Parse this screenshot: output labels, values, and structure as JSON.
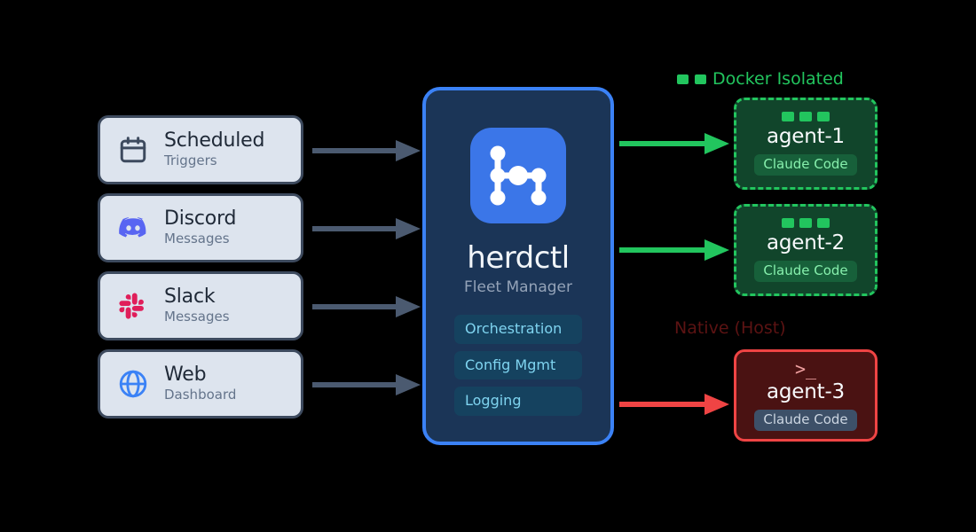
{
  "sources": {
    "items": [
      {
        "id": "scheduled",
        "icon": "calendar-icon",
        "title": "Scheduled",
        "subtitle": "Triggers"
      },
      {
        "id": "discord",
        "icon": "discord-icon",
        "title": "Discord",
        "subtitle": "Messages"
      },
      {
        "id": "slack",
        "icon": "slack-icon",
        "title": "Slack",
        "subtitle": "Messages"
      },
      {
        "id": "web",
        "icon": "globe-icon",
        "title": "Web",
        "subtitle": "Dashboard"
      }
    ]
  },
  "hub": {
    "logo_icon": "network-graph-icon",
    "name": "herdctl",
    "role": "Fleet Manager",
    "features": [
      "Orchestration",
      "Config Mgmt",
      "Logging"
    ]
  },
  "groups": {
    "docker": {
      "label": "Docker Isolated",
      "color": "#22c55e"
    },
    "native": {
      "label": "Native (Host)",
      "color": "#5c1313"
    }
  },
  "agents": [
    {
      "id": "agent-1",
      "name": "agent-1",
      "badge": "Claude Code",
      "kind": "docker",
      "status_dots": 3
    },
    {
      "id": "agent-2",
      "name": "agent-2",
      "badge": "Claude Code",
      "kind": "docker",
      "status_dots": 3
    },
    {
      "id": "agent-3",
      "name": "agent-3",
      "badge": "Claude Code",
      "kind": "native",
      "prompt": ">_"
    }
  ],
  "arrows": {
    "input_color": "#4b5a70",
    "docker_color": "#22c55e",
    "native_color": "#ef4444"
  },
  "colors": {
    "background": "#000000",
    "card_fill": "#dde4ee",
    "card_border": "#3d4a5e",
    "hub_fill": "#1b3557",
    "hub_border": "#3b82f6",
    "hub_logo": "#3b76e8",
    "pill_fill": "#15425f",
    "pill_text": "#7fd4f0",
    "docker_fill": "#11452b",
    "native_fill": "#4a1212"
  }
}
